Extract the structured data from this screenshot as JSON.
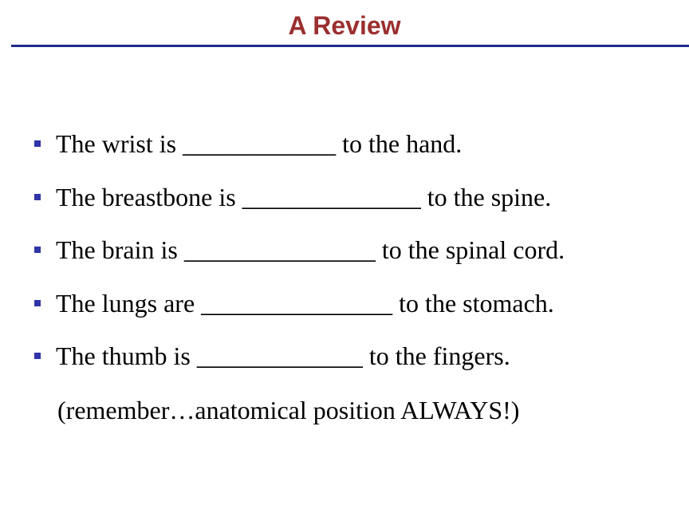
{
  "slide": {
    "title": "A Review",
    "colors": {
      "title": "#9b2f2f",
      "rule": "#1f2a8c",
      "bullet_marker": "#2f35a8",
      "text": "#000000"
    },
    "bullet_marker_icon": "square-bullet-icon",
    "bullets": [
      "The wrist is ____________ to the hand.",
      "The breastbone is ______________ to the spine.",
      "The brain is _______________ to the spinal cord.",
      "The lungs are _______________ to the stomach.",
      "The thumb is _____________ to the fingers."
    ],
    "note": "(remember…anatomical position ALWAYS!)"
  }
}
